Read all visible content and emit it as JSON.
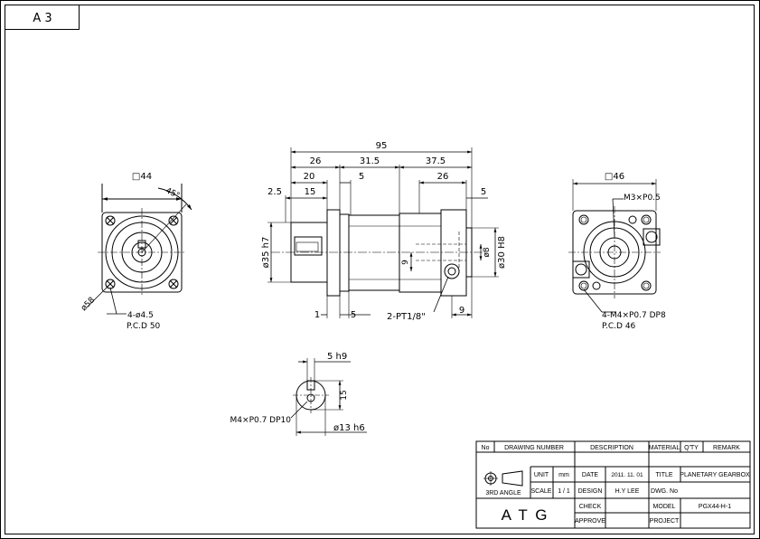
{
  "sheet": {
    "size_label": "A 3"
  },
  "front_view": {
    "square": "□44",
    "angle": "45°",
    "bolt_dia": "ø58",
    "holes": "4-ø4.5",
    "pcd": "P.C.D 50"
  },
  "side_view": {
    "dims": {
      "overall": "95",
      "d26_left": "26",
      "d31_5": "31.5",
      "d37_5": "37.5",
      "d20": "20",
      "d5_top": "5",
      "d26_right": "26",
      "d2_5": "2.5",
      "d15": "15",
      "d5_right": "5",
      "shaft_dia": "ø35 h7",
      "d9_vert": "9",
      "bore": "ø8",
      "pilot": "ø30 H8",
      "d1": "1",
      "d5_bottom": "5",
      "d9_bottom": "9"
    },
    "port_callout": "2-PT1/8\""
  },
  "rear_view": {
    "square": "□46",
    "set_screw": "M3×P0.5",
    "tapped": "4-M4×P0.7 DP8",
    "pcd": "P.C.D 46"
  },
  "shaft_detail": {
    "key_width": "5 h9",
    "height": "15",
    "thread": "M4×P0.7 DP10",
    "shaft_dia": "ø13 h6"
  },
  "title_block": {
    "headers": {
      "no": "No",
      "drawing_number": "DRAWING NUMBER",
      "description": "DESCRIPTION",
      "material": "MATERIAL",
      "qty": "Q'TY",
      "remark": "REMARK"
    },
    "projection": "3RD ANGLE",
    "unit_label": "UNIT",
    "unit_value": "mm",
    "scale_label": "SCALE",
    "scale_value": "1 / 1",
    "date_label": "DATE",
    "date_value": "2011. 11. 01",
    "design_label": "DESIGN",
    "design_value": "H.Y LEE",
    "check_label": "CHECK",
    "approve_label": "APPROVE",
    "title_label": "TITLE",
    "title_value": "PLANETARY GEARBOX",
    "dwg_label": "DWG. No",
    "model_label": "MODEL",
    "model_value": "PGX44-H-1",
    "project_label": "PROJECT",
    "company": "A T G"
  }
}
